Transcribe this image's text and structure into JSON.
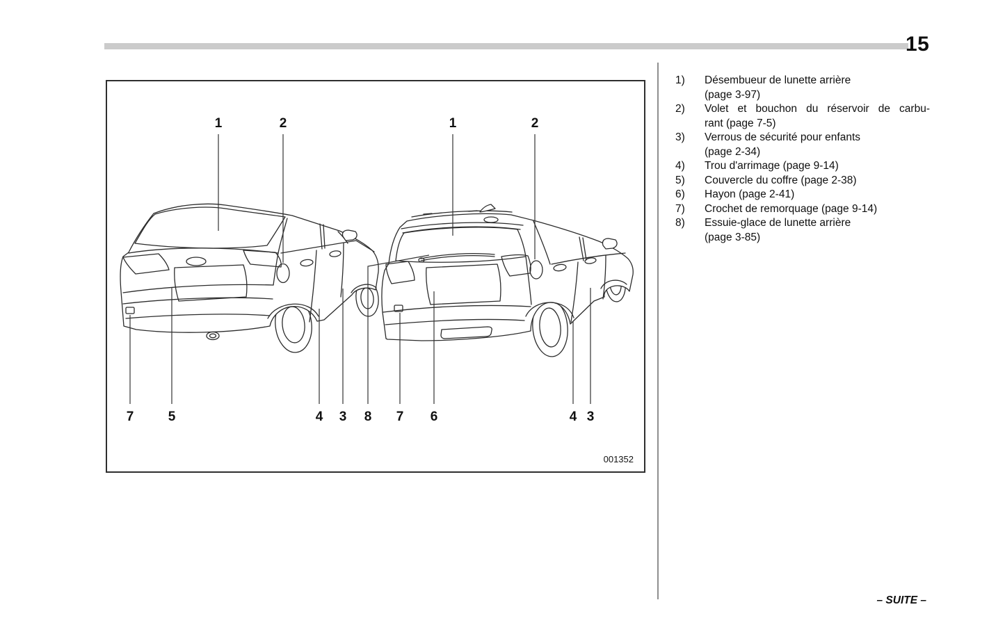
{
  "page": {
    "number": "15",
    "continuation": "– SUITE –"
  },
  "figure": {
    "code": "001352",
    "callouts_top": [
      {
        "label": "1"
      },
      {
        "label": "2"
      },
      {
        "label": "1"
      },
      {
        "label": "2"
      }
    ],
    "callouts_bottom": [
      {
        "label": "7"
      },
      {
        "label": "5"
      },
      {
        "label": "4"
      },
      {
        "label": "3"
      },
      {
        "label": "8"
      },
      {
        "label": "7"
      },
      {
        "label": "6"
      },
      {
        "label": "4"
      },
      {
        "label": "3"
      }
    ]
  },
  "legend": {
    "items": [
      {
        "num": "1)",
        "lines": [
          "Désembueur de lunette arrière",
          "(page 3-97)"
        ]
      },
      {
        "num": "2)",
        "lines": [
          "Volet et bouchon du réservoir de carbu-",
          "rant (page 7-5)"
        ]
      },
      {
        "num": "3)",
        "lines": [
          "Verrous de sécurité pour enfants",
          "(page 2-34)"
        ]
      },
      {
        "num": "4)",
        "lines": [
          "Trou d'arrimage (page 9-14)"
        ]
      },
      {
        "num": "5)",
        "lines": [
          "Couvercle du coffre (page 2-38)"
        ]
      },
      {
        "num": "6)",
        "lines": [
          "Hayon (page 2-41)"
        ]
      },
      {
        "num": "7)",
        "lines": [
          "Crochet de remorquage (page 9-14)"
        ]
      },
      {
        "num": "8)",
        "lines": [
          "Essuie-glace de lunette arrière",
          "(page 3-85)"
        ]
      }
    ]
  }
}
